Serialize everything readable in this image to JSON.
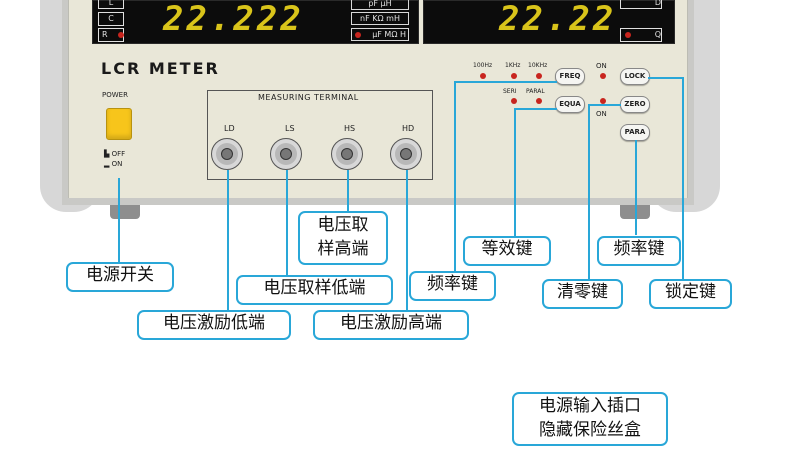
{
  "display_left": {
    "value": "22.222",
    "keys": [
      "L",
      "C",
      "R"
    ],
    "units": [
      "pF  μH",
      "nF  KΩ mH",
      "μF  MΩ  H"
    ]
  },
  "display_right": {
    "value": "22.22",
    "keys": [
      "D",
      "Q"
    ]
  },
  "panel": {
    "title": "LCR METER",
    "power_label": "POWER",
    "off_label": "OFF",
    "on_label": "ON",
    "terminal_title": "MEASURING TERMINAL",
    "connectors": [
      "LD",
      "LS",
      "HS",
      "HD"
    ],
    "freq_labels": [
      "100Hz",
      "1KHz",
      "10KHz"
    ],
    "mode_labels": [
      "SERI",
      "PARAL"
    ],
    "on_text_1": "ON",
    "on_text_2": "ON",
    "keys": {
      "freq": "FREQ",
      "equa": "EQUA",
      "lock": "LOCK",
      "zero": "ZERO",
      "para": "PARA"
    }
  },
  "callouts": {
    "power_switch": "电源开关",
    "voltage_sample_high": [
      "电压取",
      "样高端"
    ],
    "voltage_sample_low": "电压取样低端",
    "excitation_low": "电压激励低端",
    "excitation_high": "电压激励高端",
    "equivalent_key": "等效键",
    "frequency_key_1": "频率键",
    "frequency_key_2": "频率键",
    "clear_zero_key": "清零键",
    "lock_key": "锁定键",
    "power_socket": [
      "电源输入插口",
      "隐藏保险丝盒"
    ]
  },
  "colors": {
    "callout_border": "#29a7d8",
    "display_digits": "#d9c41a",
    "led": "#c8251e",
    "power_button": "#f7c51b"
  }
}
